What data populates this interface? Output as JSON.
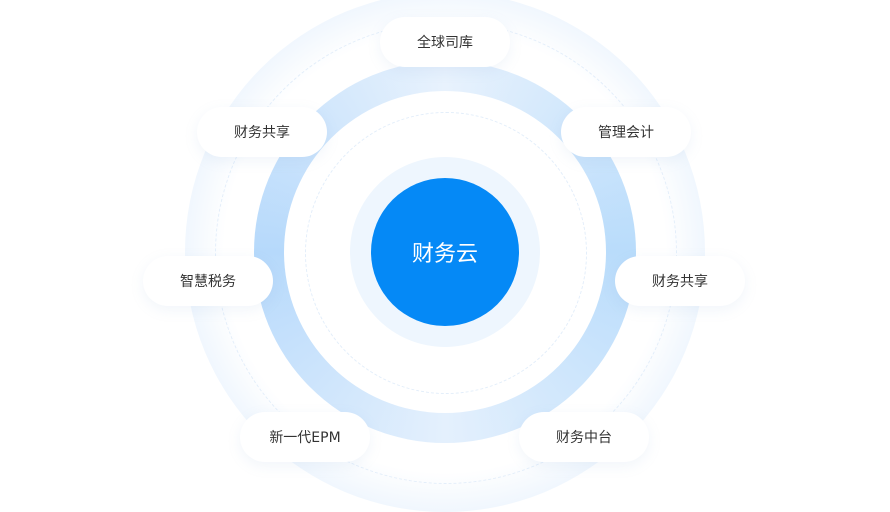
{
  "center": {
    "label": "财务云"
  },
  "nodes": [
    {
      "id": "top",
      "label": "全球司库"
    },
    {
      "id": "upper-left",
      "label": "财务共享"
    },
    {
      "id": "upper-right",
      "label": "管理会计"
    },
    {
      "id": "left",
      "label": "智慧税务"
    },
    {
      "id": "right",
      "label": "财务共享"
    },
    {
      "id": "lower-left",
      "label": "新一代EPM"
    },
    {
      "id": "lower-right",
      "label": "财务中台"
    }
  ],
  "colors": {
    "core": "#0589f6",
    "ring": "#b9dcfb"
  }
}
